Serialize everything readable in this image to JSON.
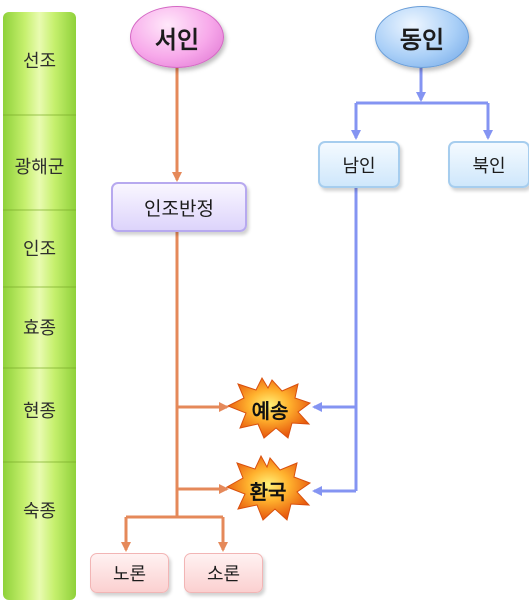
{
  "colors": {
    "orange_connector": "#e5895a",
    "blue_connector": "#8494f2",
    "timeline_green": "#b7e85a",
    "seoin_pink": "#f7a8ea",
    "dongin_blue": "#a9cff7",
    "banjeong_lavender": "#ddd4fb",
    "burst_orange": "#f58a1f",
    "faction_pink": "#fbd0d0"
  },
  "timeline": {
    "eras": [
      "선조",
      "광해군",
      "인조",
      "효종",
      "현종",
      "숙종"
    ]
  },
  "factions": {
    "seoin": "서인",
    "dongin": "동인",
    "injo_banjeong": "인조반정",
    "namin": "남인",
    "bukin": "북인",
    "noron": "노론",
    "soron": "소론"
  },
  "events": {
    "yesong": "예송",
    "hwanguk": "환국"
  }
}
